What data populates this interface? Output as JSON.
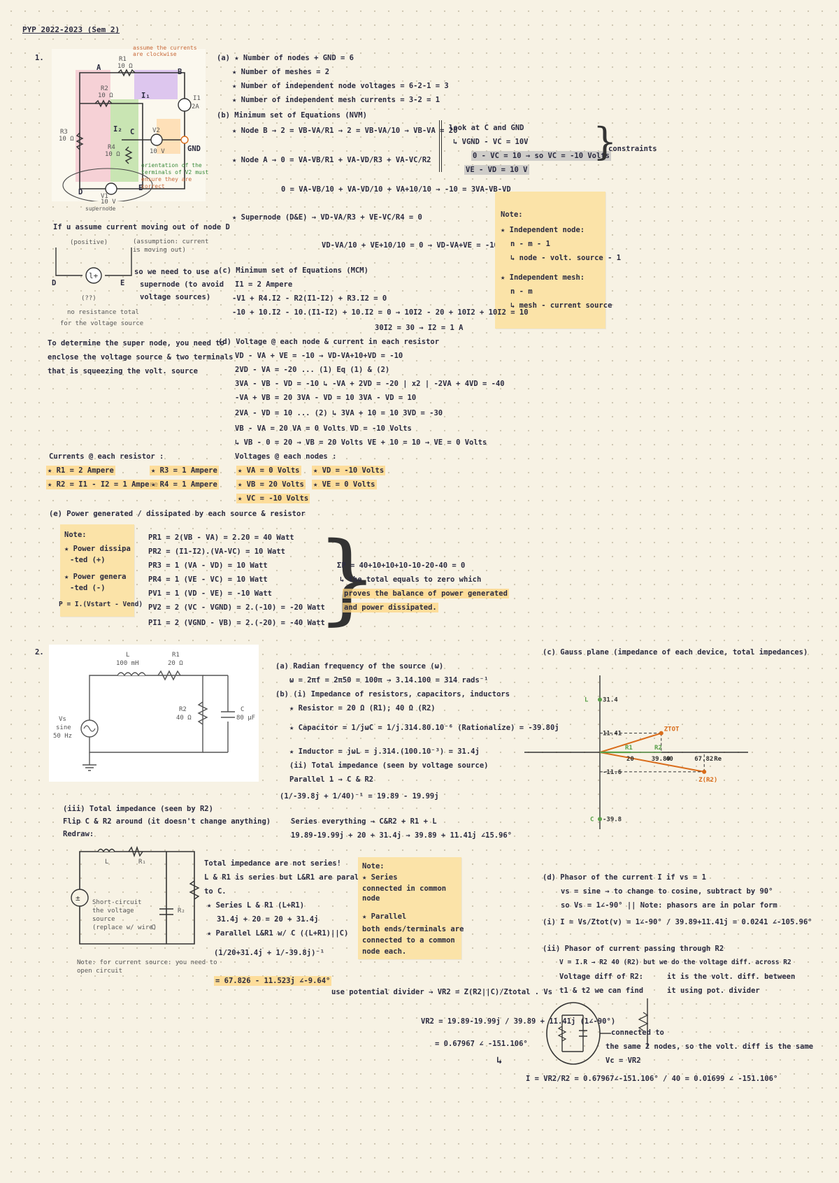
{
  "header": {
    "title": "PYP 2022-2023 (Sem 2)"
  },
  "q1": {
    "num": "1.",
    "circuit": {
      "r1": "R1",
      "r1v": "10 Ω",
      "r2": "R2",
      "r2v": "10 Ω",
      "r3": "R3",
      "r3v": "10 Ω",
      "r4": "R4",
      "r4v": "10 Ω",
      "i1": "I1",
      "i1v": "2A",
      "v1": "V1",
      "v1v": "10 V",
      "v2": "V2",
      "v2v": "10 V",
      "a": "A",
      "b": "B",
      "c": "C",
      "d": "D",
      "e": "E",
      "gnd": "GND",
      "i1_loop": "I₁",
      "i2_loop": "I₂",
      "note_top": "assume the currents are clockwise",
      "note_side1": "orientation of the",
      "note_side2": "terminals of V2 must",
      "note_side3": "ensure they are",
      "note_side4": "correct",
      "supernode": "supernode"
    },
    "a_lines": [
      "(a) ★ Number of nodes + GND = 6",
      "★ Number of meshes = 2",
      "★ Number of independent node voltages = 6-2-1 = 3",
      "★ Number of independent mesh currents = 3-2 = 1"
    ],
    "b_title": "(b) Minimum set of Equations (NVM)",
    "b_nodeB": "★ Node B → 2 = VB-VA/R1 → 2 = VB-VA/10 → VB-VA = 20",
    "b_look": [
      "look at C and GND",
      "↳ VGND - VC = 10V",
      "0 - VC = 10 → so VC = -10 Volts",
      "VE - VD = 10 V"
    ],
    "b_constraints": "constraints",
    "b_nodeA": "★ Node A → 0 = VA-VB/R1 + VA-VD/R3 + VA-VC/R2",
    "b_nodeA2": "0 = VA-VB/10 + VA-VD/10 + VA+10/10 → -10 = 3VA-VB-VD",
    "b_super": "★ Supernode (D&E) → VD-VA/R3 + VE-VC/R4 = 0",
    "b_super2": "VD-VA/10 + VE+10/10 = 0 → VD-VA+VE = -10",
    "note1_lines": [
      "Note:",
      "★ Independent node:",
      "n - m - 1",
      "↳ node - volt. source - 1",
      "★ Independent mesh:",
      "n - m",
      "↳ mesh - current source"
    ],
    "left_note": [
      "If u assume current moving out of node D",
      "(positive)",
      "(assumption: current is moving out)",
      "D",
      "E",
      "(??)",
      "no resistance total",
      "for the voltage source"
    ],
    "so_need": [
      "so we need to use a",
      "supernode (to avoid",
      "voltage sources)"
    ],
    "c_lines": [
      "(c) Minimum set of Equations (MCM)",
      "I1 = 2 Ampere",
      "-V1 + R4.I2 - R2(I1-I2) + R3.I2 = 0",
      "-10 + 10.I2 - 10.(I1-I2) + 10.I2 = 0 → 10I2 - 20 + 10I2 + 10I2 = 10",
      "30I2 = 30 → I2 = 1 A"
    ],
    "supernode_def": [
      "To determine the super node, you need to",
      "enclose the voltage source & two terminals",
      "that is squeezing the volt. source"
    ],
    "d_lines": [
      "(d) Voltage @ each node & current in each resistor",
      "VD - VA + VE = -10 → VD-VA+10+VD = -10",
      "2VD - VA = -20 ... (1)    Eq (1) & (2)",
      "3VA - VB - VD = -10       ↳ -VA + 2VD = -20 | x2 |   -2VA + 4VD = -40",
      "-VA + VB = 20             3VA - VD = 10               3VA - VD = 10",
      "2VA - VD = 10 ... (2)      ↳ 3VA + 10 = 10              3VD = -30",
      "VB - VA = 20               VA = 0 Volts                 VD = -10 Volts",
      "↳ VB - 0 = 20 → VB = 20 Volts                       VE + 10 = 10 → VE = 0 Volts"
    ],
    "currents_title": "Currents @ each resistor :",
    "currents": [
      "★ R1 = 2 Ampere",
      "★ R2 = I1 - I2 = 1 Ampere",
      "★ R3 = 1 Ampere",
      "★ R4 = 1 Ampere"
    ],
    "voltages_title": "Voltages @ each nodes :",
    "voltages": [
      "★ VA = 0 Volts",
      "★ VB = 20 Volts",
      "★ VC = -10 Volts",
      "★ VD = -10 Volts",
      "★ VE = 0 Volts"
    ],
    "e_title": "(e) Power generated / dissipated by each source & resistor",
    "e_note": [
      "Note:",
      "★ Power dissipa",
      "-ted (+)",
      "★ Power genera",
      "-ted (-)",
      "P = I.(Vstart - Vend)"
    ],
    "e_lines": [
      "PR1 = 2(VB - VA) = 2.20 = 40 Watt",
      "PR2 = (I1-I2).(VA-VC) = 10 Watt",
      "PR3 = 1 (VA - VD) = 10 Watt",
      "PR4 = 1 (VE - VC) = 10 Watt",
      "PV1 = 1 (VD - VE) = -10 Watt",
      "PV2 = 2 (VC - VGND) = 2.(-10) = -20 Watt",
      "PI1 = 2 (VGND - VB) = 2.(-20) = -40 Watt"
    ],
    "e_sum": [
      "ΣP = 40+10+10+10-10-20-40 = 0",
      "↳ the total equals to zero which",
      "proves the balance of power generated",
      "and power dissipated."
    ]
  },
  "q2": {
    "num": "2.",
    "circuit": {
      "l": "L",
      "lv": "100 mH",
      "r1": "R1",
      "r1v": "20 Ω",
      "r2": "R2",
      "r2v": "40 Ω",
      "c": "C",
      "cv": "80 µF",
      "vs": "Vs",
      "vs2": "sine",
      "vs3": "50 Hz"
    },
    "a_lines": [
      "(a) Radian frequency of the source (ω)",
      "ω = 2πf = 2π50 = 100π → 3.14.100 = 314 rads⁻¹",
      "(b) (i) Impedance of resistors, capacitors, inductors",
      "★ Resistor = 20 Ω (R1); 40 Ω (R2)",
      "★ Capacitor = 1/jωC = 1/j.314.80.10⁻⁶ (Rationalize) = -39.80j",
      "★ Inductor = jωL = j.314.(100.10⁻³) = 31.4j",
      "(ii) Total impedance (seen by voltage source)",
      "Parallel 1 → C & R2",
      "(1/-39.8j + 1/40)⁻¹ = 19.89 - 19.99j",
      "Series everything → C&R2 + R1 + L",
      "19.89-19.99j + 20 + 31.4j → 39.89 + 11.41j ∠15.96°"
    ],
    "iii_lines": [
      "(iii) Total impedance (seen by R2)",
      "Flip C & R2 around (it doesn't change anything)",
      "Redraw:"
    ],
    "iii_right": [
      "Total impedance are not series!",
      "L & R1 is series but L&R1 are parallel",
      "to C.",
      "★ Series L & R1 (L+R1)",
      "31.4j + 20 = 20 + 31.4j",
      "★ Parallel L&R1 w/ C ((L+R1)||C)",
      "(1/20+31.4j + 1/-39.8j)⁻¹",
      "= 67.826 - 11.523j ∠-9.64°"
    ],
    "iii_note": [
      "Note:",
      "★ Series",
      "connected in common",
      "node",
      "★ Parallel",
      "both ends/terminals are",
      "connected to a common",
      "node each."
    ],
    "redraw_caption": [
      "Short-circuit",
      "the voltage",
      "source",
      "(replace w/ wire)"
    ],
    "redraw_bottom": [
      "Note: for current source: you need to",
      "open circuit"
    ],
    "divider": [
      "use potential divider → VR2 = Z(R2||C)/Ztotal . Vs",
      "VR2 = 19.89-19.99j / 39.89 + 11.41j (1∠-90°)",
      "= 0.67967 ∠ -151.106°"
    ],
    "c_title": "(c) Gauss plane (impedance of each device, total impedances)",
    "gauss": {
      "y1": "L",
      "y1v": "31.4",
      "y2": "11.41",
      "y3": "-11.6",
      "y4": "C",
      "y4v": "-39.8",
      "x1": "20",
      "x2": "39.89",
      "x3": "40",
      "x4": "67.82",
      "re": "Re",
      "ztot": "ZTOT",
      "r1": "R1",
      "r2": "R2",
      "z": "Z(R2)"
    },
    "d_lines": [
      "(d) Phasor of the current I if vs = 1",
      "vs = sine → to change to cosine, subtract by 90°",
      "so Vs = 1∠-90° || Note: phasors are in polar form",
      "(i) I = Vs/Ztot(v) = 1∠-90° / 39.89+11.41j = 0.0241 ∠-105.96°",
      "(ii) Phasor of current passing through R2",
      "V = I.R → R2 40 (R2) but we do the voltage diff. across R2",
      "Voltage diff of R2:",
      "t1 & t2 we can find",
      "it is the volt. diff. between",
      "it using pot. divider",
      "connected to",
      "the same 2 nodes, so the volt. diff is the same",
      "Vc = VR2",
      "I = VR2/R2 = 0.67967∠-151.106° / 40 = 0.01699 ∠ -151.106°"
    ]
  },
  "colors": {
    "bg": "#f7f2e4",
    "dot": "#cfc7b3",
    "highlight": "#ffd682",
    "note": "#fbe3a8",
    "ink": "#2b2b40",
    "orange": "#d96c1a",
    "green": "#5aa04a"
  }
}
